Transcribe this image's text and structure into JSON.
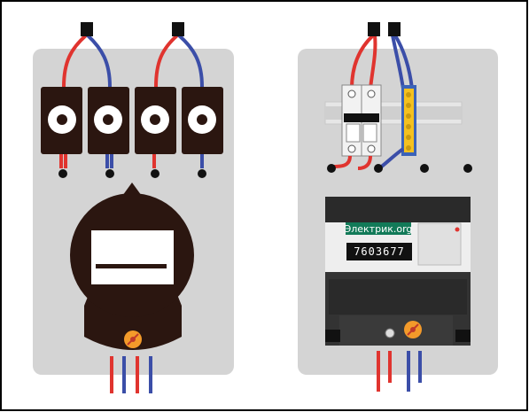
{
  "colors": {
    "background": "#ffffff",
    "frame": "#000000",
    "panel": "#d4d4d4",
    "wire_red": "#e0342f",
    "wire_blue": "#3b4ea8",
    "dark_body": "#2b1610",
    "knob": "#f39a2a",
    "brand_badge": "#127a58",
    "terminal_bar": "#f5c11f",
    "din_rail": "#c8c8c8"
  },
  "left_panel": {
    "fuses": 4,
    "meter_icons": [
      "lead-seal-icon"
    ]
  },
  "right_panel": {
    "breaker": "double-pole-breaker",
    "meter": {
      "brand": "Электрик.org",
      "reading": "7603677"
    }
  }
}
